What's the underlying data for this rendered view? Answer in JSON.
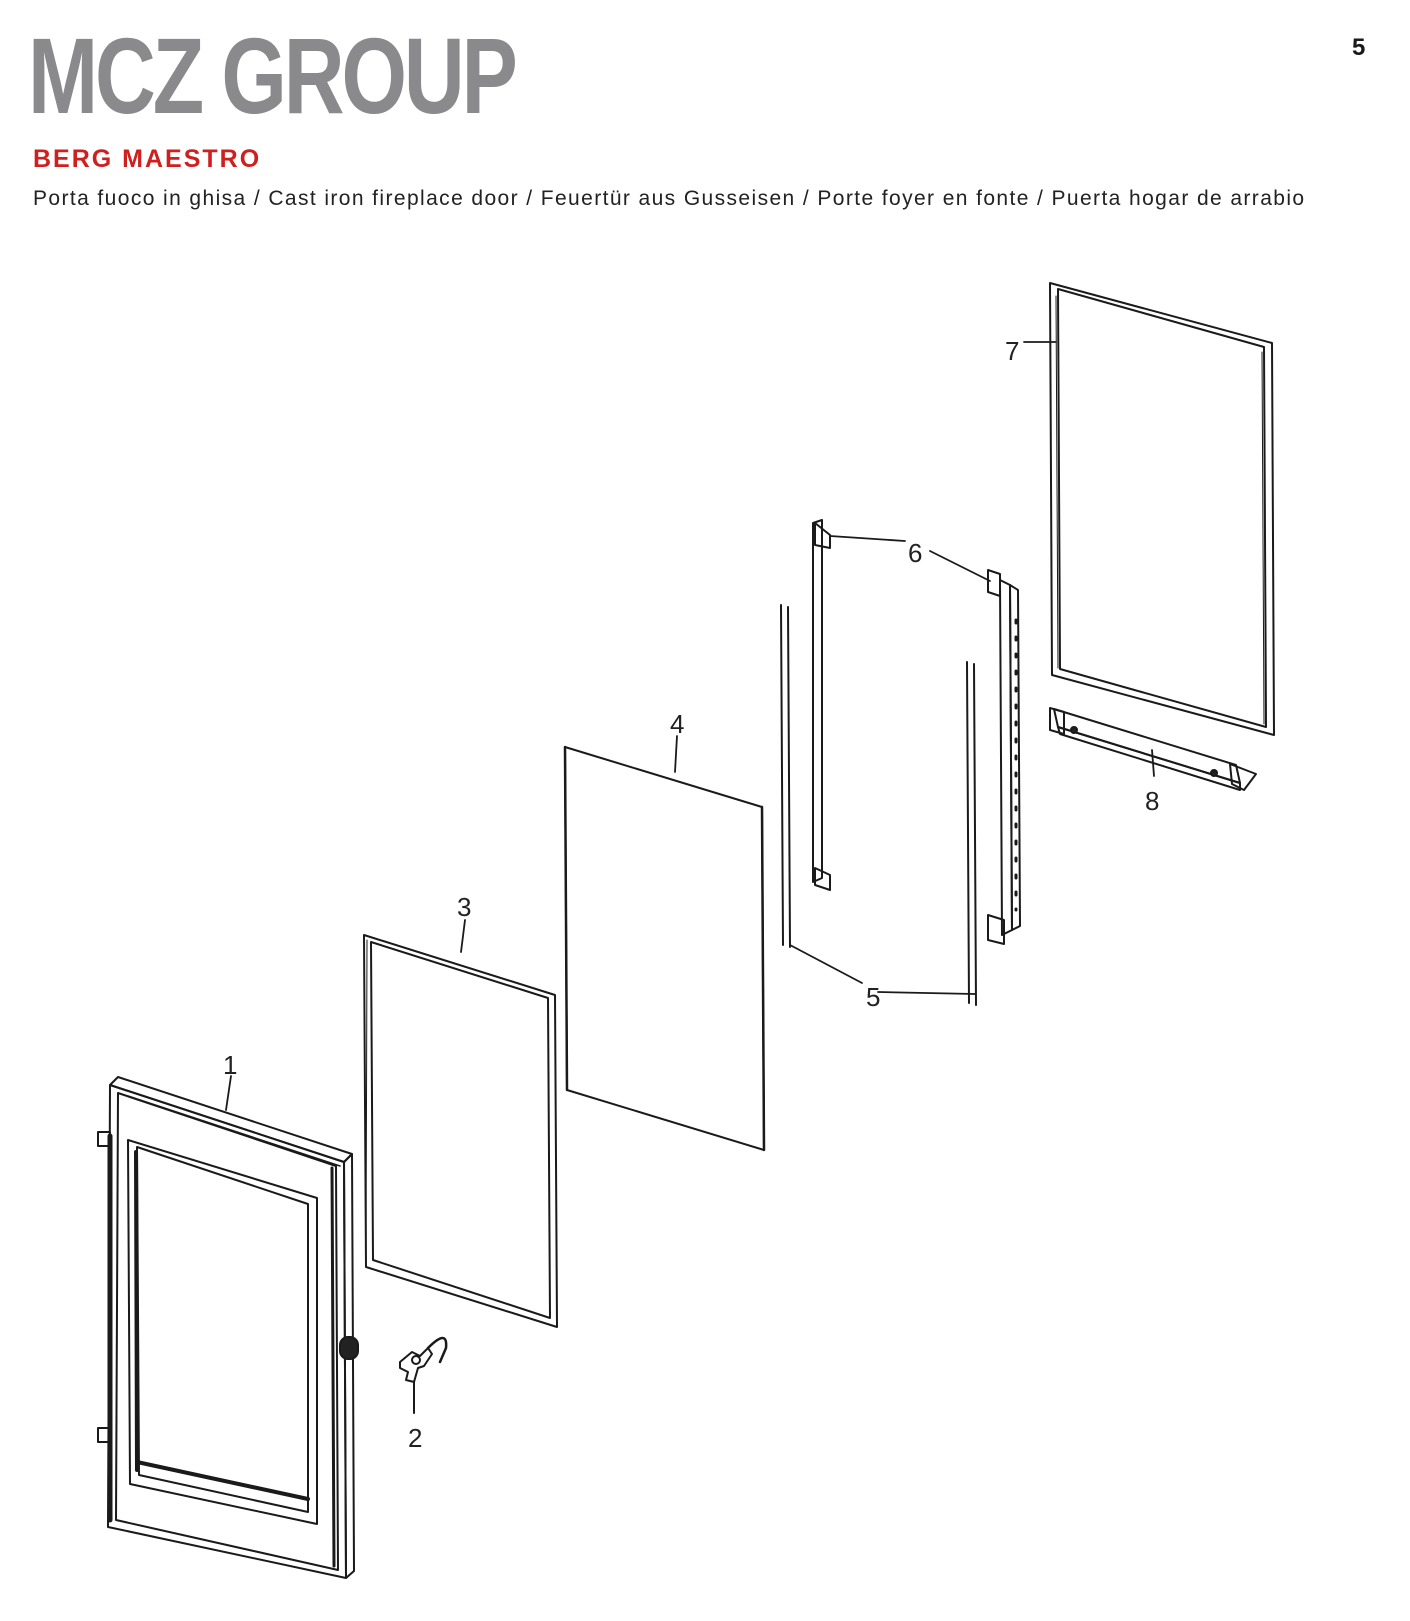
{
  "header": {
    "logo_text": "MCZ GROUP",
    "page_number": "5",
    "model_name": "BERG MAESTRO",
    "description": "Porta fuoco in ghisa / Cast iron fireplace door / Feuertür aus Gusseisen / Porte foyer en fonte / Puerta hogar de arrabio"
  },
  "callouts": {
    "c1": "1",
    "c2": "2",
    "c3": "3",
    "c4": "4",
    "c5": "5",
    "c6": "6",
    "c7": "7",
    "c8": "8"
  },
  "colors": {
    "logo": "#8a8a8c",
    "model_name": "#cf1f1f",
    "text": "#222222",
    "line": "#1a1a1a"
  }
}
